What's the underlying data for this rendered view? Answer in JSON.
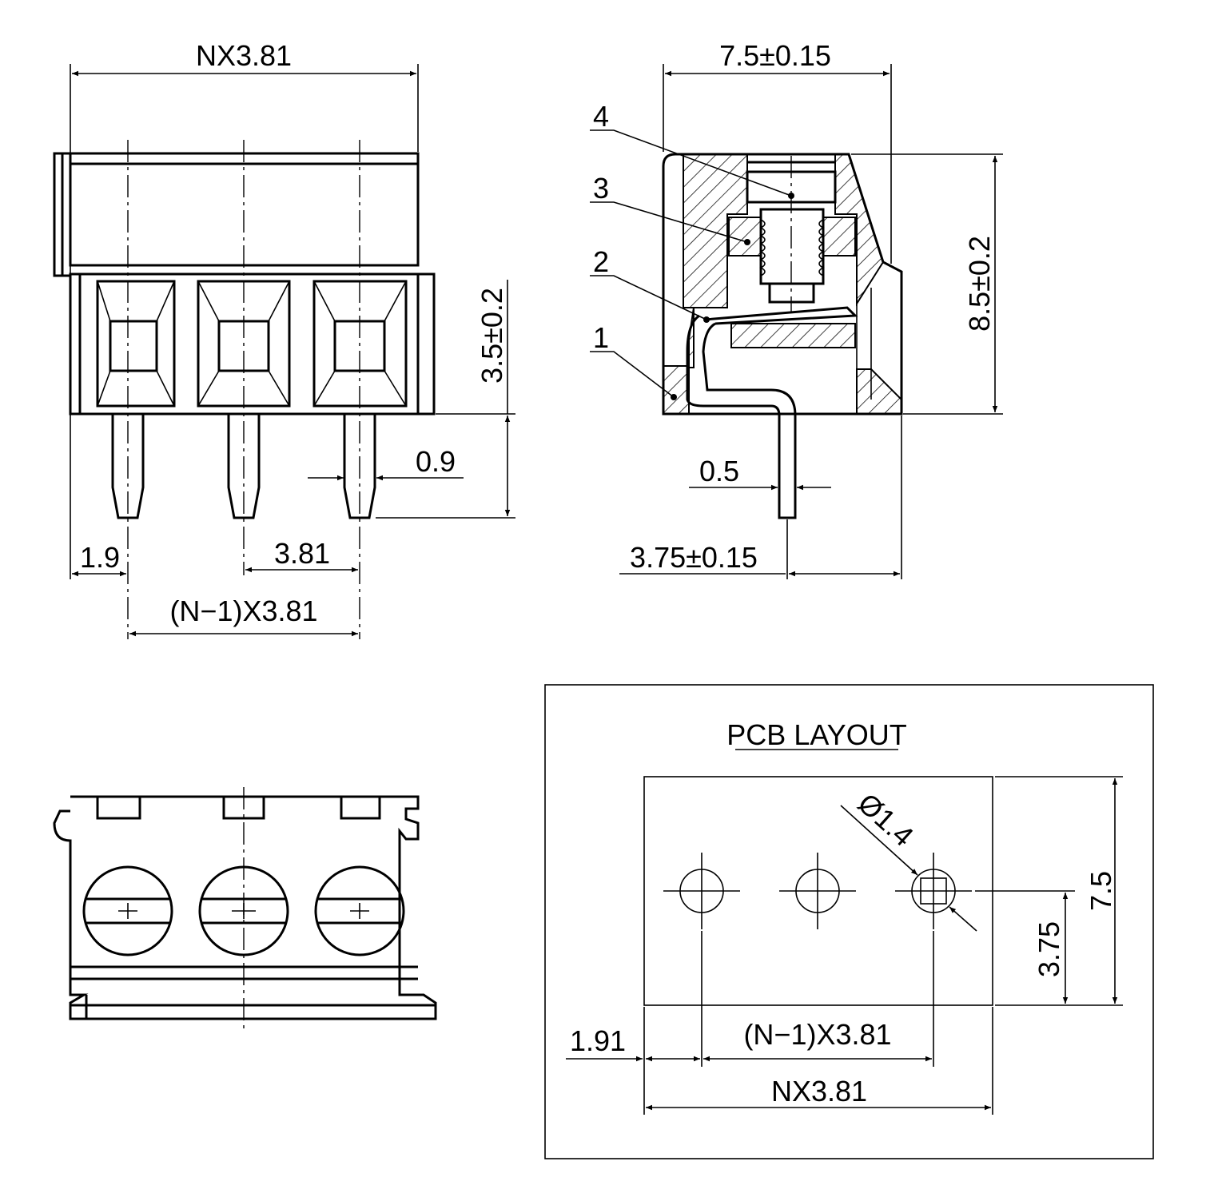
{
  "front_view": {
    "width_label": "NX3.81",
    "height_label": "3.5±0.2",
    "pin_width_label": "0.9",
    "edge_offset_label": "1.9",
    "pitch_label": "3.81",
    "span_label": "(N−1)X3.81"
  },
  "side_view": {
    "width_label": "7.5±0.15",
    "height_label": "8.5±0.2",
    "pin_thickness_label": "0.5",
    "pin_offset_label": "3.75±0.15",
    "callouts": [
      "1",
      "2",
      "3",
      "4"
    ]
  },
  "pcb_layout": {
    "title": "PCB LAYOUT",
    "hole_label": "Ø1.4",
    "depth_label": "7.5",
    "hole_offset_label": "3.75",
    "edge_offset_label": "1.91",
    "span_label": "(N−1)X3.81",
    "width_label": "NX3.81"
  }
}
